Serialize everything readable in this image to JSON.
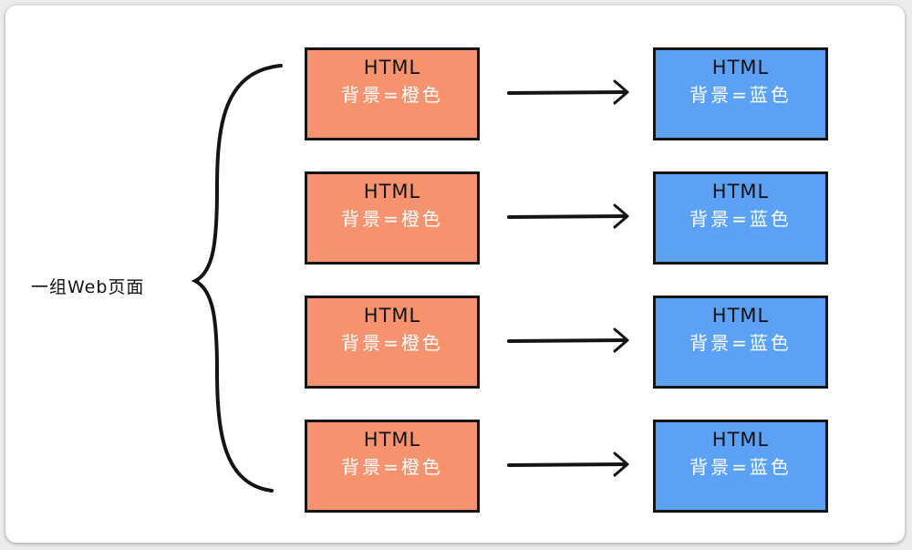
{
  "group_label": "一组Web页面",
  "colors": {
    "orange": "#f6936e",
    "blue": "#5ba2f7",
    "ink": "#141414"
  },
  "rows": [
    {
      "left": {
        "title": "HTML",
        "text": "背景=橙色"
      },
      "right": {
        "title": "HTML",
        "text": "背景=蓝色"
      }
    },
    {
      "left": {
        "title": "HTML",
        "text": "背景=橙色"
      },
      "right": {
        "title": "HTML",
        "text": "背景=蓝色"
      }
    },
    {
      "left": {
        "title": "HTML",
        "text": "背景=橙色"
      },
      "right": {
        "title": "HTML",
        "text": "背景=蓝色"
      }
    },
    {
      "left": {
        "title": "HTML",
        "text": "背景=橙色"
      },
      "right": {
        "title": "HTML",
        "text": "背景=蓝色"
      }
    }
  ]
}
